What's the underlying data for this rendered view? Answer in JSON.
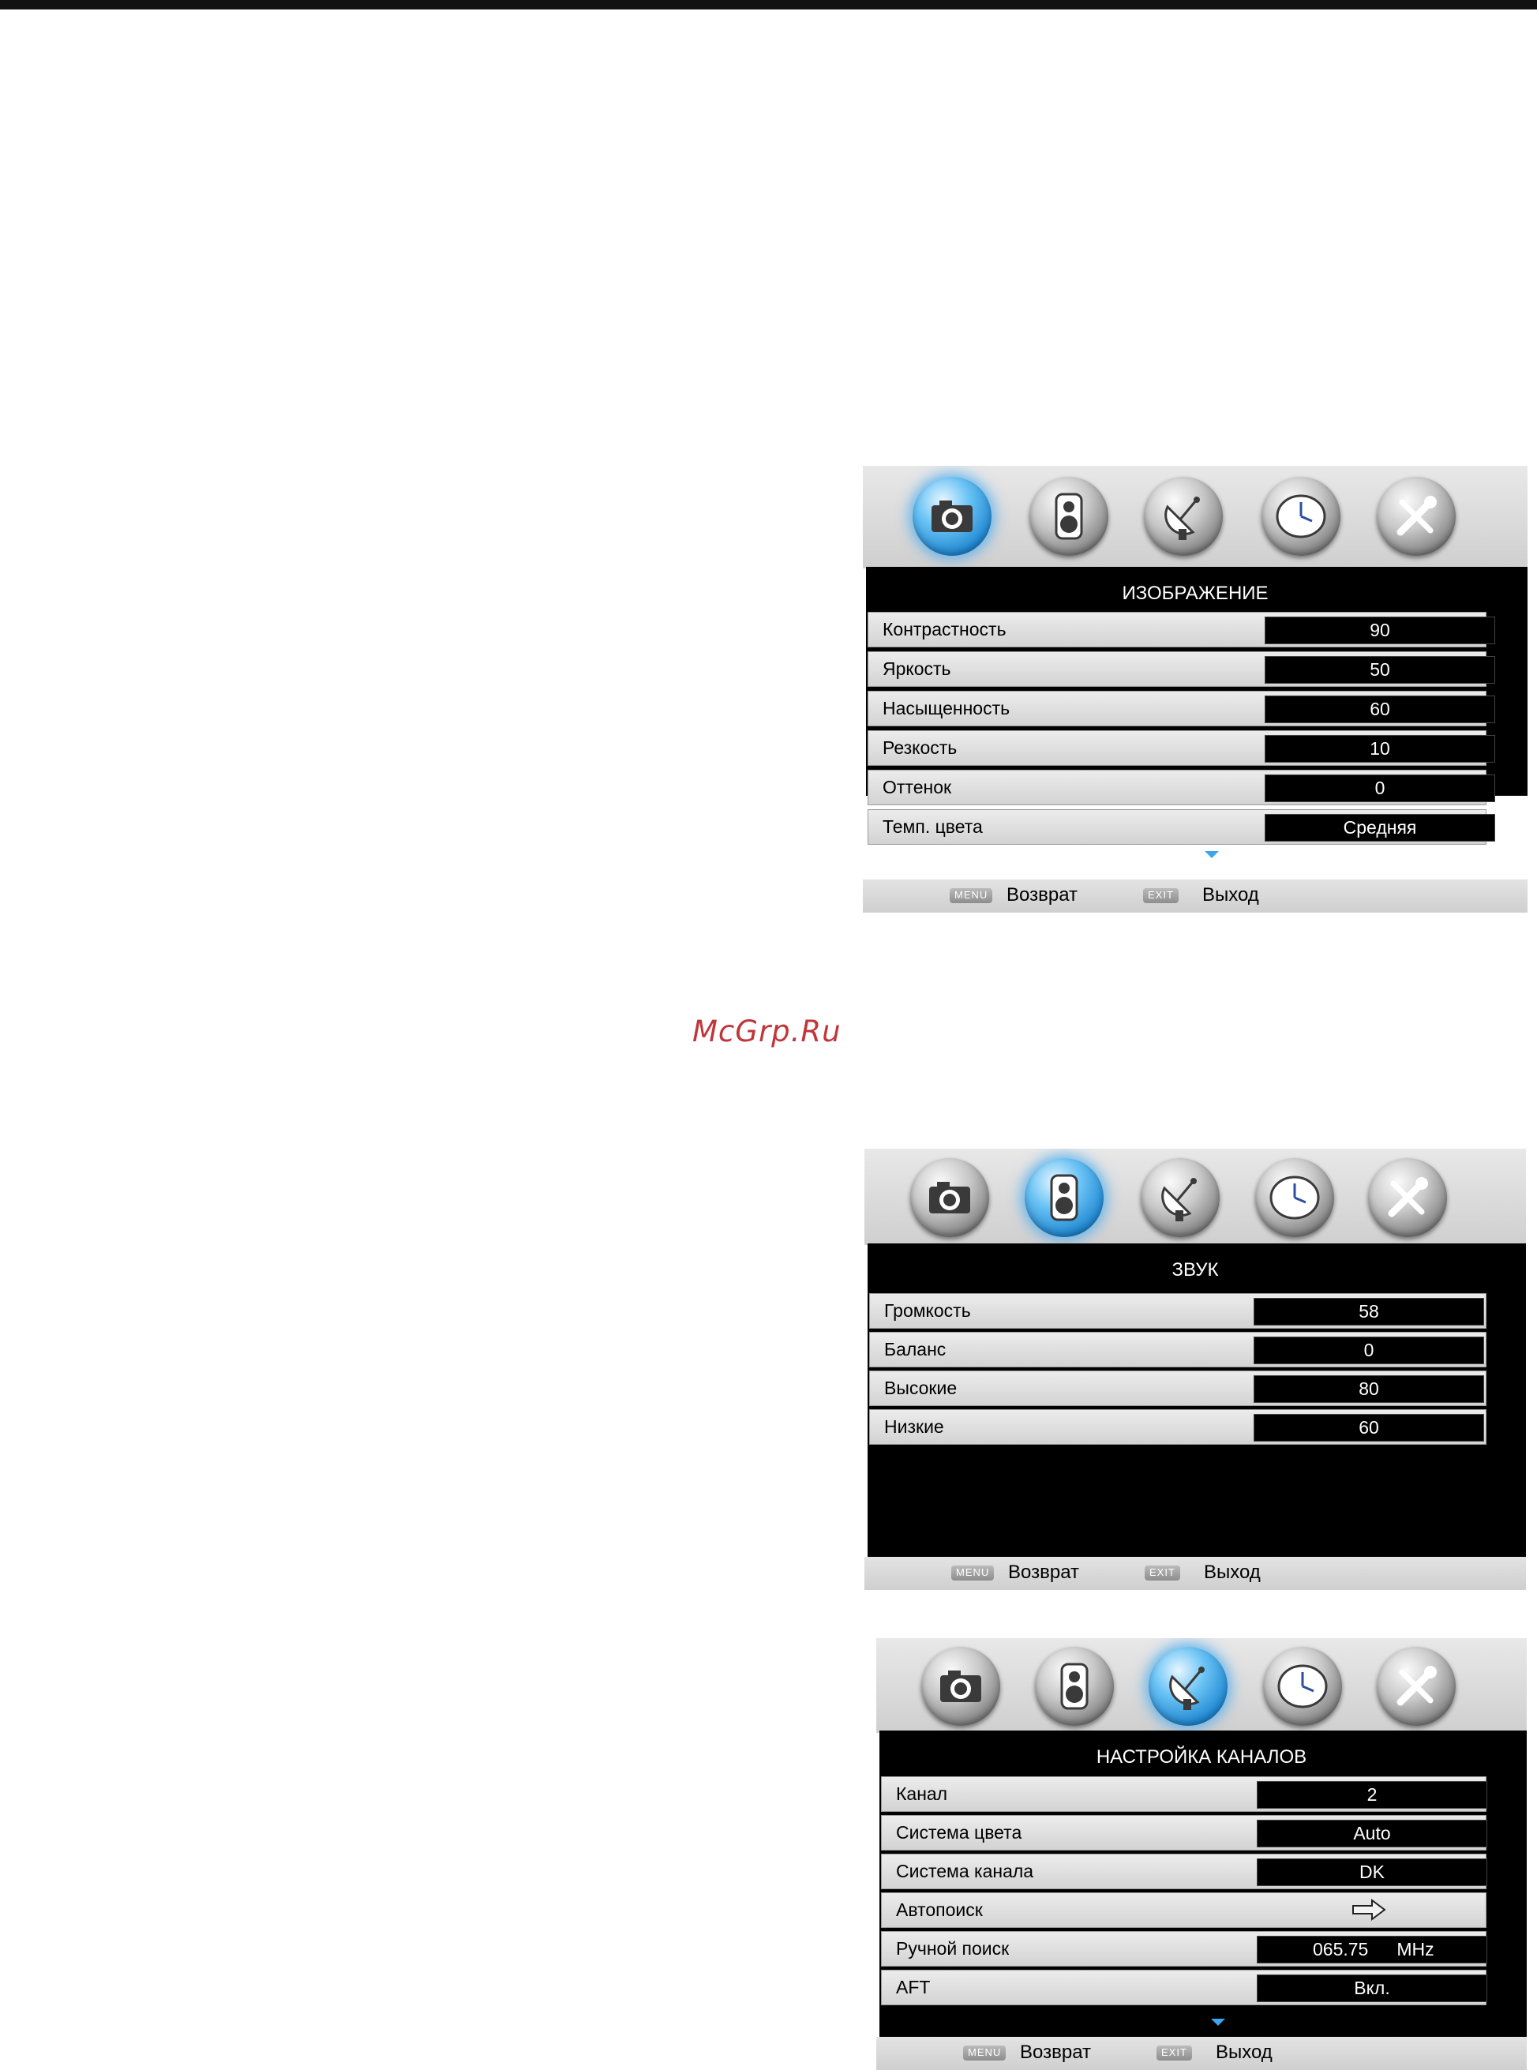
{
  "watermark": "McGrp.Ru",
  "footer": {
    "menu_key": "MENU",
    "back_label": "Возврат",
    "exit_key": "EXIT",
    "exit_label": "Выход"
  },
  "tabs": [
    "picture-icon",
    "sound-icon",
    "channel-icon",
    "time-icon",
    "setup-icon"
  ],
  "panels": [
    {
      "title": "ИЗОБРАЖЕНИЕ",
      "active_tab": 0,
      "has_more": true,
      "rows": [
        {
          "label": "Контрастность",
          "value": "90"
        },
        {
          "label": "Яркость",
          "value": "50"
        },
        {
          "label": "Насыщенность",
          "value": "60"
        },
        {
          "label": "Резкость",
          "value": "10"
        },
        {
          "label": "Оттенок",
          "value": "0"
        },
        {
          "label": "Темп. цвета",
          "value": "Средняя"
        }
      ]
    },
    {
      "title": "ЗВУК",
      "active_tab": 1,
      "has_more": false,
      "rows": [
        {
          "label": "Громкость",
          "value": "58"
        },
        {
          "label": "Баланс",
          "value": "0"
        },
        {
          "label": "Высокие",
          "value": "80"
        },
        {
          "label": "Низкие",
          "value": "60"
        }
      ]
    },
    {
      "title": "НАСТРОЙКА КАНАЛОВ",
      "active_tab": 2,
      "has_more": true,
      "rows": [
        {
          "label": "Канал",
          "value": "2"
        },
        {
          "label": "Система цвета",
          "value": "Auto"
        },
        {
          "label": "Система канала",
          "value": "DK"
        },
        {
          "label": "Автопоиск",
          "value": null,
          "icon": "right-arrow-icon"
        },
        {
          "label": "Ручной поиск",
          "value": "065.75",
          "unit": "MHz"
        },
        {
          "label": "AFT",
          "value": "Вкл."
        }
      ]
    }
  ]
}
